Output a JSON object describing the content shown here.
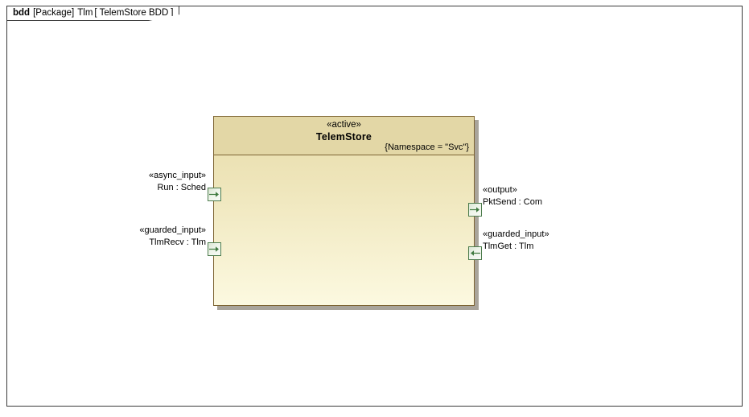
{
  "frame": {
    "kind": "bdd",
    "scope": "[Package]",
    "package_name": "Tlm",
    "bracket_open": "[",
    "diagram_name": "TelemStore BDD",
    "bracket_close": "]"
  },
  "block": {
    "stereotype": "«active»",
    "name": "TelemStore",
    "constraint": "{Namespace = \"Svc\"}",
    "fill_top_color": "#e8dcab",
    "fill_bottom_color": "#fcf9e0",
    "header_color": "#e3d7a6",
    "border_color": "#7d6433",
    "shadow_color": "#a9a49b"
  },
  "ports": [
    {
      "id": "run",
      "stereotype": "«async_input»",
      "name": "Run : Sched",
      "side": "left",
      "direction": "in",
      "arrow_icon": "arrow-right-icon",
      "accent_color": "#4e7d4e"
    },
    {
      "id": "tlmrecv",
      "stereotype": "«guarded_input»",
      "name": "TlmRecv : Tlm",
      "side": "left",
      "direction": "in",
      "arrow_icon": "arrow-right-icon",
      "accent_color": "#4e7d4e"
    },
    {
      "id": "pktsend",
      "stereotype": "«output»",
      "name": "PktSend : Com",
      "side": "right",
      "direction": "out",
      "arrow_icon": "arrow-right-icon",
      "accent_color": "#4e7d4e"
    },
    {
      "id": "tlmget",
      "stereotype": "«guarded_input»",
      "name": "TlmGet : Tlm",
      "side": "right",
      "direction": "in",
      "arrow_icon": "arrow-left-icon",
      "accent_color": "#4e7d4e"
    }
  ]
}
